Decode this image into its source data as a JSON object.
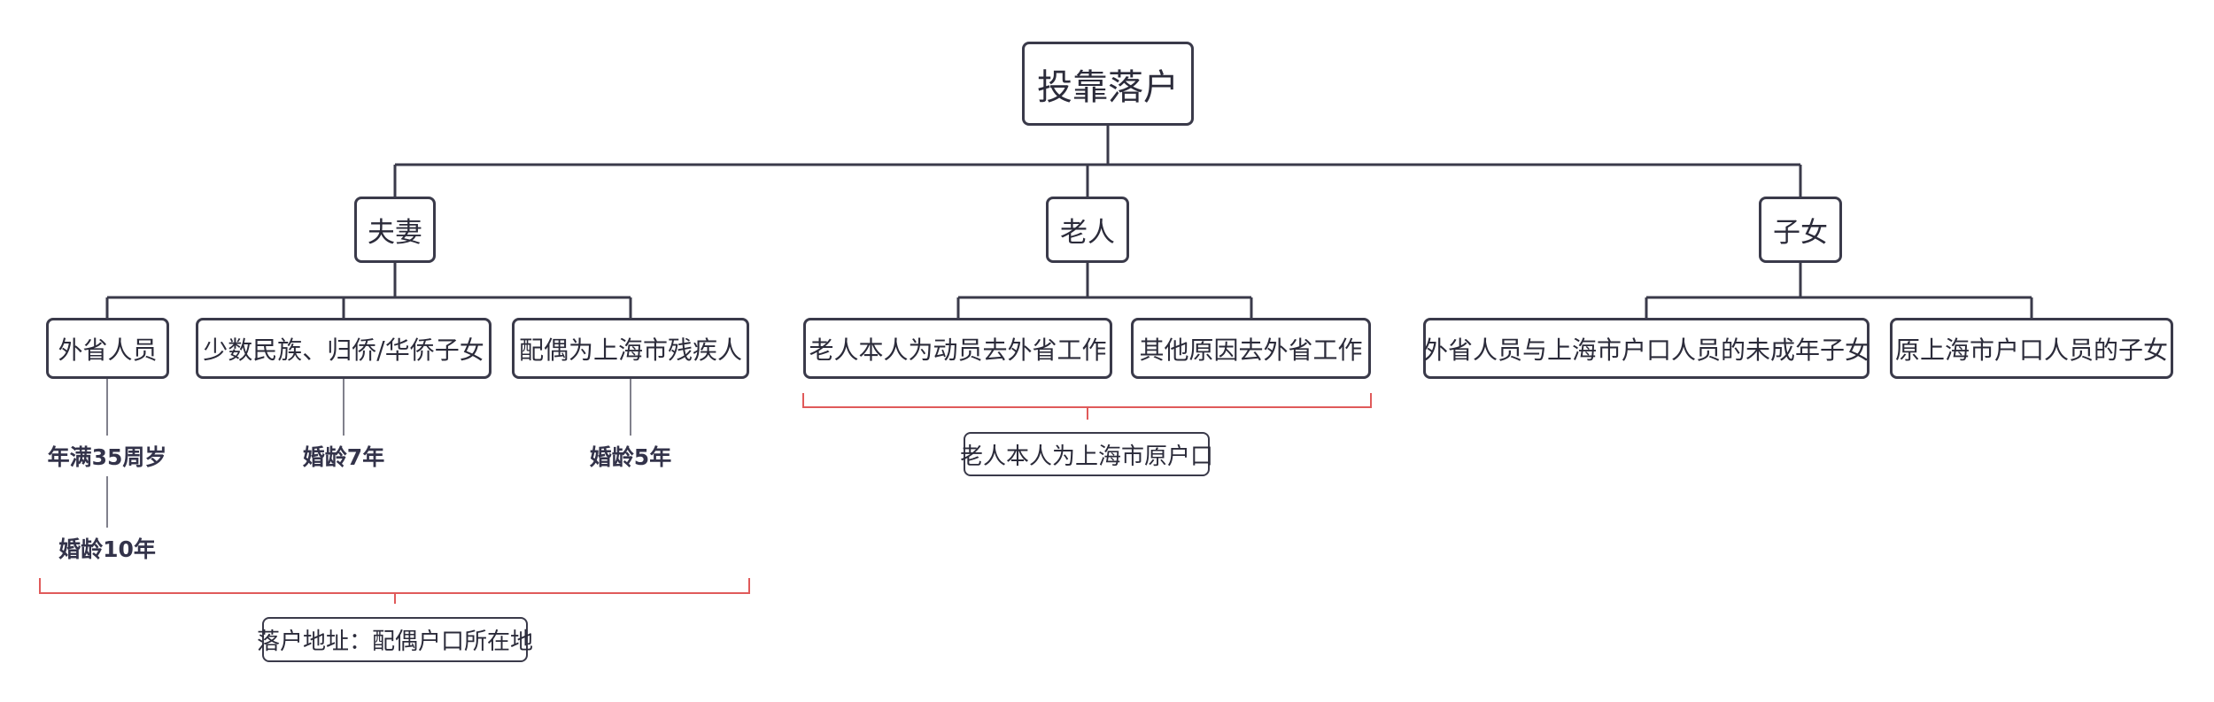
{
  "root": {
    "label": "投靠落户"
  },
  "categories": [
    {
      "label": "夫妻",
      "children": [
        "外省人员",
        "少数民族、归侨/华侨子女",
        "配偶为上海市残疾人"
      ],
      "conditions": [
        "年满35周岁",
        "婚龄10年",
        "婚龄7年",
        "婚龄5年"
      ],
      "summary": "落户地址：配偶户口所在地"
    },
    {
      "label": "老人",
      "children": [
        "老人本人为动员去外省工作",
        "其他原因去外省工作"
      ],
      "summary": "老人本人为上海市原户口"
    },
    {
      "label": "子女",
      "children": [
        "外省人员与上海市户口人员的未成年子女",
        "原上海市户口人员的子女"
      ]
    }
  ],
  "colors": {
    "line": "#3a3a4a",
    "bracket": "#e05a5a",
    "text": "#2b2b3a"
  }
}
